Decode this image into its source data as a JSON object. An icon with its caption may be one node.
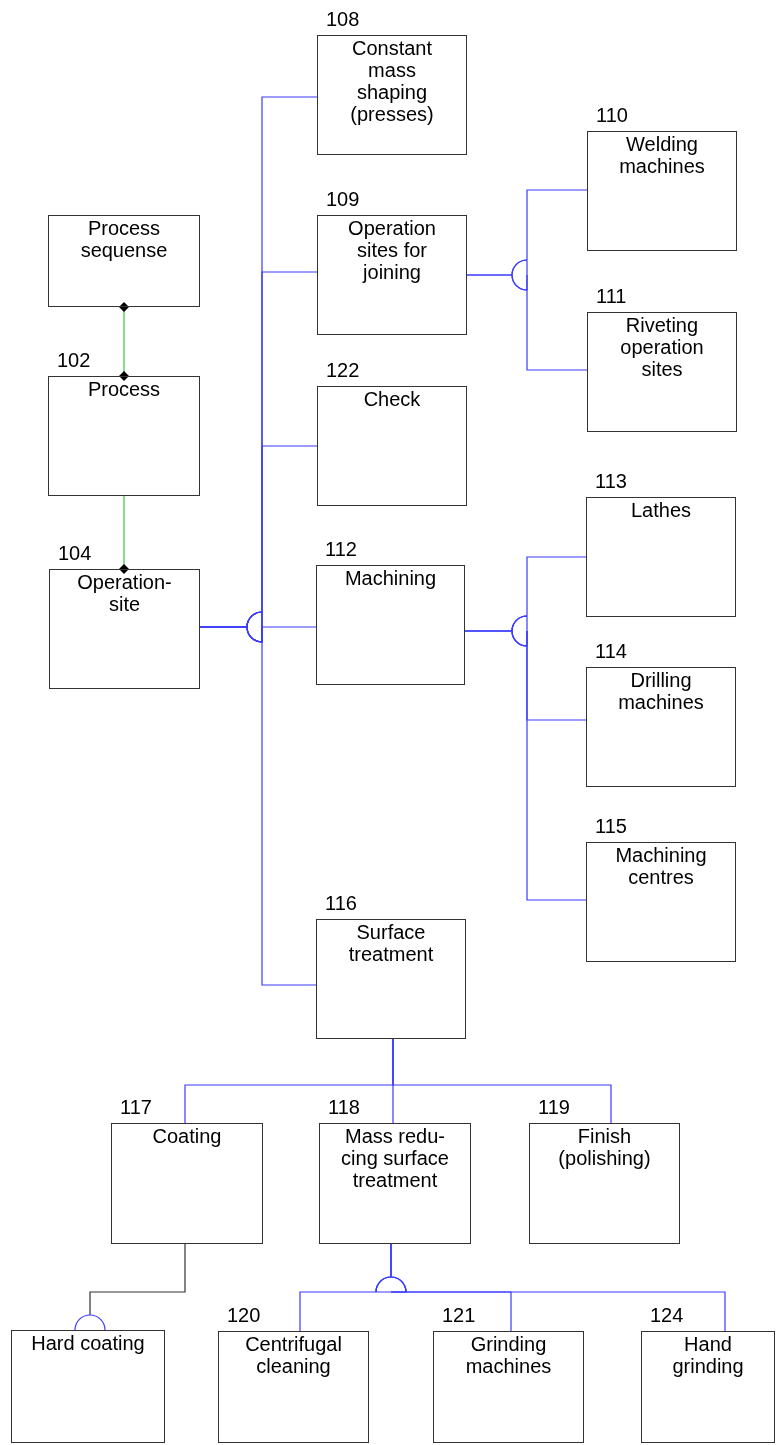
{
  "diagram": {
    "nodes": [
      {
        "text": [
          "Process sequense"
        ]
      },
      {
        "text": [
          "Process"
        ],
        "beside": [
          "102"
        ]
      },
      {
        "text": [
          "Operation-site"
        ],
        "beside": [
          "104"
        ]
      },
      {
        "text": [
          "Constant mass shaping (presses)"
        ],
        "beside": [
          "108"
        ]
      },
      {
        "text": [
          "Operation sites for joining"
        ],
        "beside": [
          "109"
        ]
      },
      {
        "text": [
          "Check"
        ],
        "beside": [
          "122"
        ]
      },
      {
        "text": [
          "Machining"
        ],
        "beside": [
          "112"
        ]
      },
      {
        "text": [
          "Surface treatment"
        ],
        "beside": [
          "116"
        ]
      },
      {
        "text": [
          "Welding machines"
        ],
        "beside": [
          "110"
        ]
      },
      {
        "text": [
          "Riveting operation sites"
        ],
        "beside": [
          "111"
        ]
      },
      {
        "text": [
          "Lathes"
        ],
        "beside": [
          "113"
        ]
      },
      {
        "text": [
          "Drilling machines"
        ],
        "beside": [
          "114"
        ]
      },
      {
        "text": [
          "Machining centres"
        ],
        "beside": [
          "115"
        ]
      },
      {
        "text": [
          "Coating"
        ],
        "beside": [
          "117"
        ]
      },
      {
        "text": [
          "Mass redu- cing surface treatment"
        ],
        "beside": [
          "118"
        ]
      },
      {
        "text": [
          "Finish (polishing)"
        ],
        "beside": [
          "119"
        ]
      },
      {
        "text": [
          "Hard coating"
        ]
      },
      {
        "text": [
          "Centrifugal cleaning"
        ],
        "beside": [
          "120"
        ]
      },
      {
        "text": [
          "Grinding machines"
        ],
        "beside": [
          "121"
        ]
      },
      {
        "text": [
          "Hand grinding"
        ],
        "beside": [
          "124"
        ]
      }
    ],
    "edges": [
      {
        "from": 0,
        "to": 1,
        "arrow": "other",
        "color": "#33cc33"
      },
      {
        "from": 1,
        "to": 2,
        "arrow": "other",
        "color": "#33cc33"
      },
      {
        "from": 2,
        "to": 3,
        "arrow": "none"
      },
      {
        "from": 2,
        "to": 4,
        "arrow": "none"
      },
      {
        "from": 2,
        "to": 5,
        "arrow": "none"
      },
      {
        "from": 2,
        "to": 6,
        "arrow": "none"
      },
      {
        "from": 2,
        "to": 7,
        "arrow": "none"
      },
      {
        "from": 4,
        "to": 8,
        "arrow": "none"
      },
      {
        "from": 4,
        "to": 9,
        "arrow": "none"
      },
      {
        "from": 6,
        "to": 10,
        "arrow": "none"
      },
      {
        "from": 6,
        "to": 11,
        "arrow": "none"
      },
      {
        "from": 6,
        "to": 12,
        "arrow": "none"
      },
      {
        "from": 7,
        "to": 13,
        "arrow": "none"
      },
      {
        "from": 7,
        "to": 14,
        "arrow": "none"
      },
      {
        "from": 7,
        "to": 15,
        "arrow": "none"
      },
      {
        "from": 13,
        "to": 16,
        "arrow": "other",
        "color": "#333333"
      },
      {
        "from": 14,
        "to": 17,
        "arrow": "none"
      },
      {
        "from": 14,
        "to": 18,
        "arrow": "none"
      },
      {
        "from": 14,
        "to": 19,
        "arrow": "none"
      }
    ]
  }
}
